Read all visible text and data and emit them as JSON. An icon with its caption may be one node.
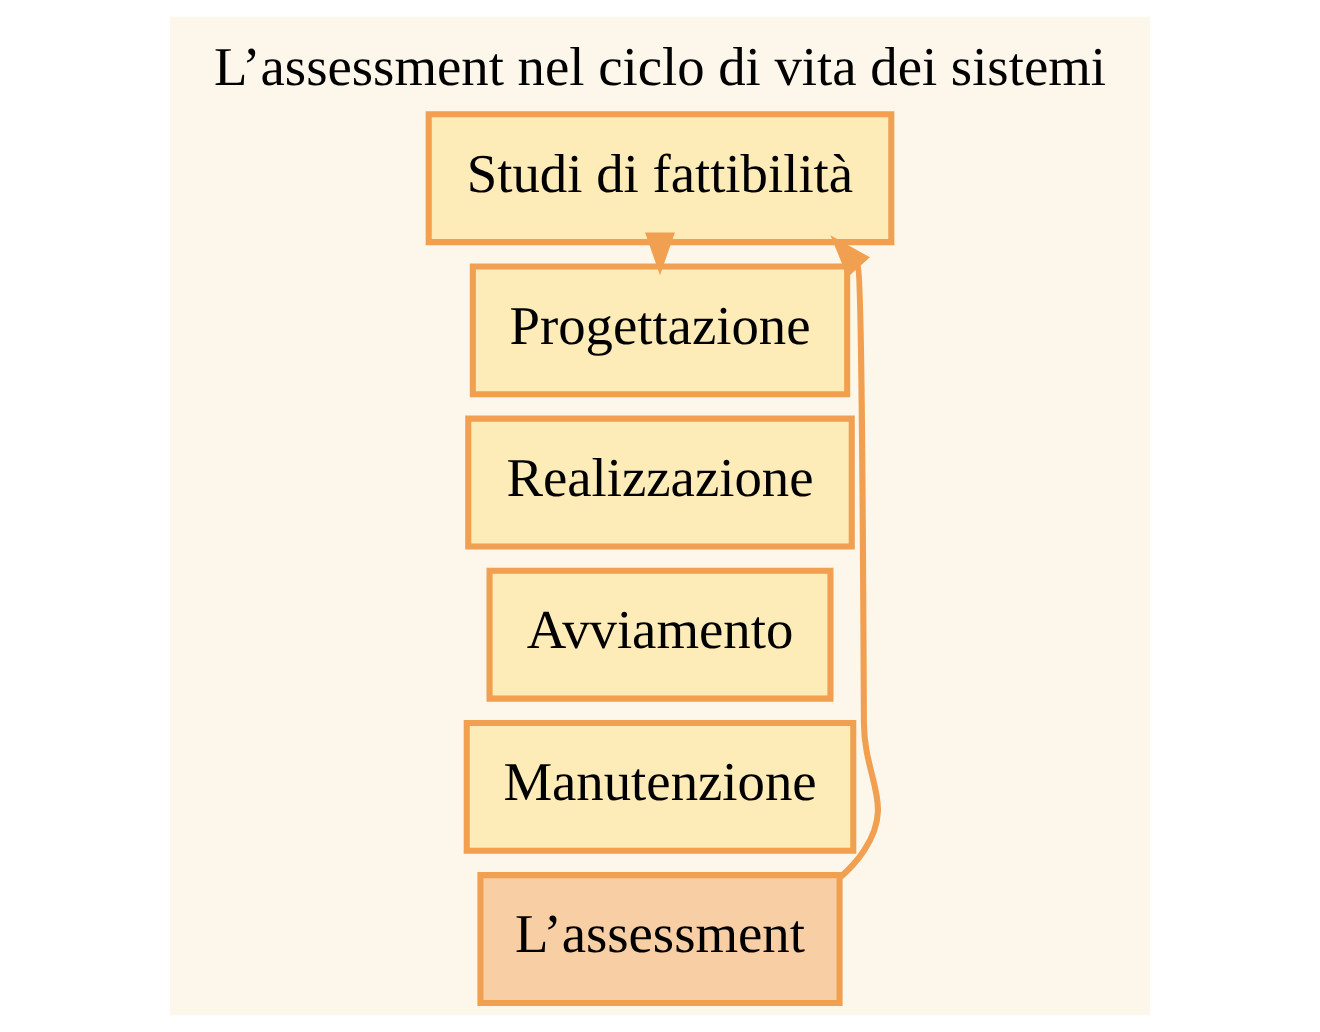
{
  "diagram": {
    "title": "L’assessment nel ciclo di vita dei sistemi",
    "nodes": [
      {
        "text": [
          "Studi di fattibilità"
        ]
      },
      {
        "text": [
          "Progettazione"
        ]
      },
      {
        "text": [
          "Realizzazione"
        ]
      },
      {
        "text": [
          "Avviamento"
        ]
      },
      {
        "text": [
          "Manutenzione"
        ]
      },
      {
        "text": [
          "L’assessment"
        ]
      }
    ],
    "edges": [
      {
        "from": 0,
        "to": 1,
        "arrow": "to"
      },
      {
        "from": 5,
        "to": 0,
        "arrow": "to"
      }
    ]
  }
}
